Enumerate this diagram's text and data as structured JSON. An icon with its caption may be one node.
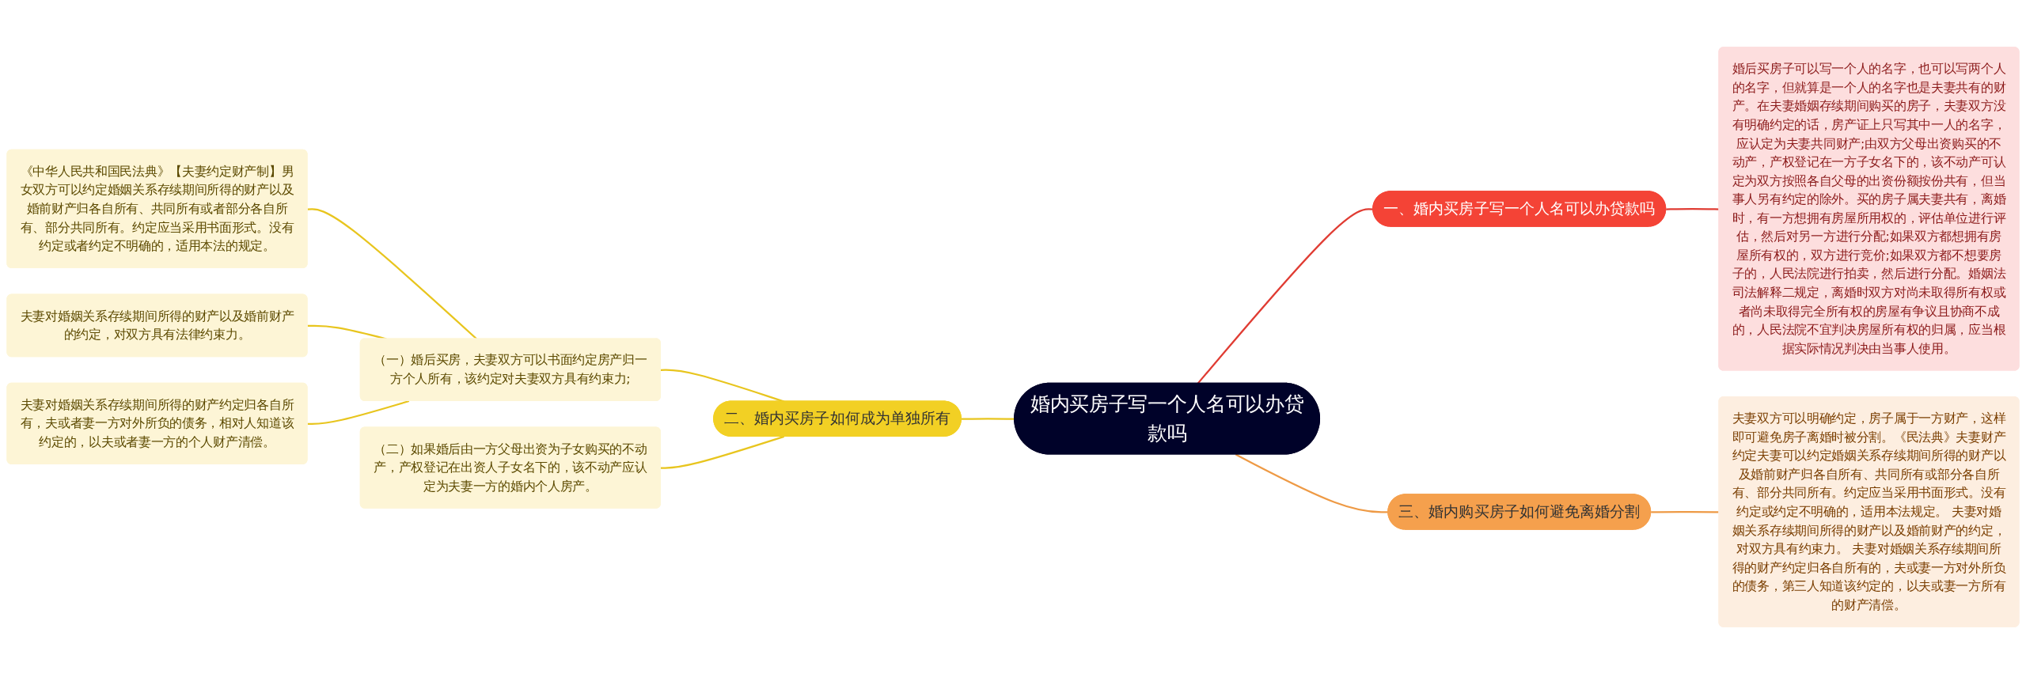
{
  "diagram": {
    "nodes": [
      {
        "text": [
          "婚内买房子写一个人名可以办贷款吗"
        ]
      },
      {
        "text": [
          "一、婚内买房子写一个人名可以办贷款吗"
        ]
      },
      {
        "text": [
          "婚后买房子可以写一个人的名字，也可以写两个人的名字，但就算是一个人的名字也是夫妻共有的财产。在夫妻婚姻存续期间购买的房子，夫妻双方没有明确约定的话，房产证上只写其中一人的名字，应认定为夫妻共同财产;由双方父母出资购买的不动产，产权登记在一方子女名下的，该不动产可认定为双方按照各自父母的出资份额按份共有，但当事人另有约定的除外。买的房子属夫妻共有，离婚时，有一方想拥有房屋所用权的，评估单位进行评估，然后对另一方进行分配;如果双方都想拥有房屋所有权的，双方进行竞价;如果双方都不想要房子的，人民法院进行拍卖，然后进行分配。婚姻法司法解释二规定，离婚时双方对尚未取得所有权或者尚未取得完全所有权的房屋有争议且协商不成的，人民法院不宜判决房屋所有权的归属，应当根据实际情况判决由当事人使用。"
        ]
      },
      {
        "text": [
          "二、婚内买房子如何成为单独所有"
        ]
      },
      {
        "text": [
          "（一）婚后买房，夫妻双方可以书面约定房产归一方个人所有，该约定对夫妻双方具有约束力;"
        ]
      },
      {
        "text": [
          "《中华人民共和国民法典》【夫妻约定财产制】男女双方可以约定婚姻关系存续期间所得的财产以及婚前财产归各自所有、共同所有或者部分各自所有、部分共同所有。约定应当采用书面形式。没有约定或者约定不明确的，适用本法的规定。"
        ]
      },
      {
        "text": [
          "夫妻对婚姻关系存续期间所得的财产以及婚前财产的约定，对双方具有法律约束力。"
        ]
      },
      {
        "text": [
          "夫妻对婚姻关系存续期间所得的财产约定归各自所有，夫或者妻一方对外所负的债务，相对人知道该约定的，以夫或者妻一方的个人财产清偿。"
        ]
      },
      {
        "text": [
          "（二）如果婚后由一方父母出资为子女购买的不动产，产权登记在出资人子女名下的，该不动产应认定为夫妻一方的婚内个人房产。"
        ]
      },
      {
        "text": [
          "三、婚内购买房子如何避免离婚分割"
        ]
      },
      {
        "text": [
          "夫妻双方可以明确约定，房子属于一方财产，这样即可避免房子离婚时被分割。《民法典》夫妻财产约定夫妻可以约定婚姻关系存续期间所得的财产以及婚前财产归各自所有、共同所有或部分各自所有、部分共同所有。约定应当采用书面形式。没有约定或约定不明确的，适用本法规定。 夫妻对婚姻关系存续期间所得的财产以及婚前财产的约定，对双方具有约束力。 夫妻对婚姻关系存续期间所得的财产约定归各自所有的，夫或妻一方对外所负的债务，第三人知道该约定的，以夫或妻一方所有的财产清偿。"
        ]
      }
    ],
    "edges": [
      {
        "from": 0,
        "to": 1,
        "arrow": "none",
        "color": "#e03c33"
      },
      {
        "from": 1,
        "to": 2,
        "arrow": "none",
        "color": "#e03c33"
      },
      {
        "from": 3,
        "to": 0,
        "arrow": "none"
      },
      {
        "from": 4,
        "to": 3,
        "arrow": "none"
      },
      {
        "from": 5,
        "to": 4,
        "arrow": "none"
      },
      {
        "from": 6,
        "to": 4,
        "arrow": "none"
      },
      {
        "from": 7,
        "to": 4,
        "arrow": "none"
      },
      {
        "from": 8,
        "to": 3,
        "arrow": "none"
      },
      {
        "from": 0,
        "to": 9,
        "arrow": "none",
        "color": "#ee9a45"
      },
      {
        "from": 9,
        "to": 10,
        "arrow": "none",
        "color": "#ee9a45"
      }
    ]
  }
}
